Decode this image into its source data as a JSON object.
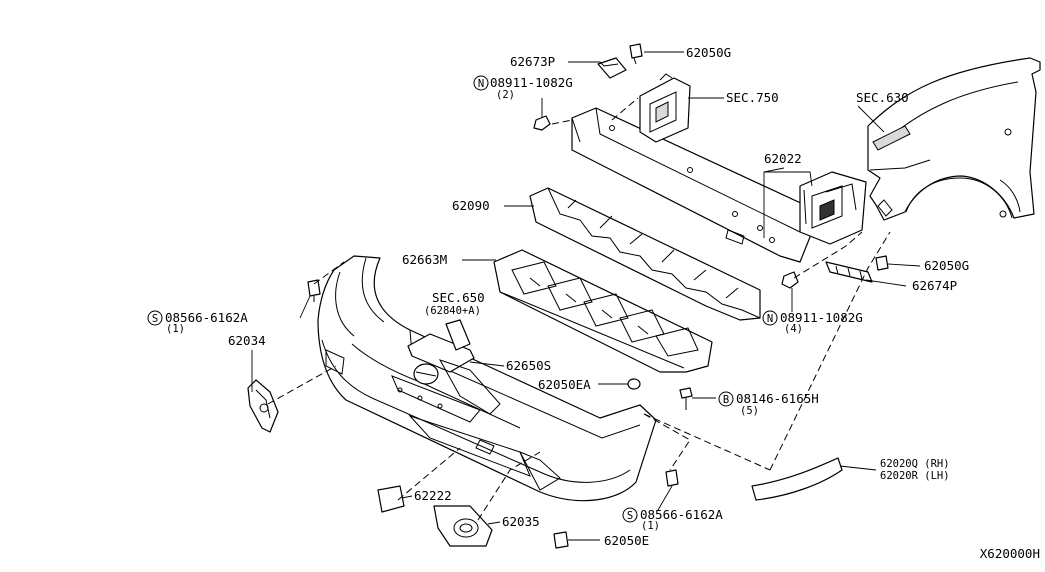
{
  "callouts": {
    "c62673P": "62673P",
    "c62050G_top": "62050G",
    "c08911_top": "08911-1082G",
    "c08911_top_qty": "(2)",
    "cSEC750": "SEC.750",
    "cSEC630": "SEC.630",
    "c62022": "62022",
    "c62090": "62090",
    "c62663M": "62663M",
    "cSEC650": "SEC.650",
    "cSEC650_sub": "(62840+A)",
    "c08566_left": "08566-6162A",
    "c08566_left_qty": "(1)",
    "c62034": "62034",
    "c62650S": "62650S",
    "c62050EA": "62050EA",
    "c08146": "08146-6165H",
    "c08146_qty": "(5)",
    "c08911_right": "08911-1082G",
    "c08911_right_qty": "(4)",
    "c62050G_right": "62050G",
    "c62674P": "62674P",
    "c62020Q": "62020Q (RH)",
    "c62020R": "62020R (LH)",
    "c62222": "62222",
    "c62035": "62035",
    "c08566_bottom": "08566-6162A",
    "c08566_bottom_qty": "(1)",
    "c62050E": "62050E"
  },
  "symbols": {
    "n": "N",
    "s": "S",
    "b": "B"
  },
  "diagram_id": "X620000H"
}
